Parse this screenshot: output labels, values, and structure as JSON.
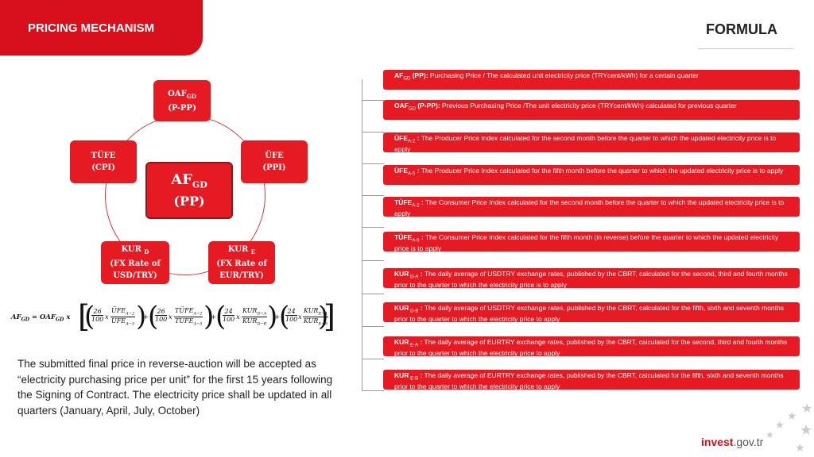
{
  "header": {
    "title": "PRICING MECHANISM",
    "formula_label": "FORMULA"
  },
  "diagram": {
    "oaf": {
      "line1": "OAF",
      "sub": "GD",
      "line2": "(P-PP)"
    },
    "ufe": {
      "line1": "ÜFE",
      "line2": "(PPI)"
    },
    "tufe": {
      "line1": "TÜFE",
      "line2": "(CPI)"
    },
    "kur_d": {
      "line1": "KUR",
      "sub": "D",
      "line2": "(FX Rate of",
      "line3": "USD/TRY)"
    },
    "kur_e": {
      "line1": "KUR",
      "sub": "E",
      "line2": "(FX Rate of",
      "line3": "EUR/TRY)"
    },
    "center": {
      "line1": "AF",
      "sub": "GD",
      "line2": "(PP)"
    }
  },
  "equation": {
    "lhs": "AF",
    "lhs_sub": "GD",
    "eq": " = OAF",
    "eq_sub": "GD",
    "x": " x",
    "t1": {
      "num": "26",
      "den": "100",
      "x": "x",
      "fnum": "ÜFE",
      "fnum_sub": "A−2",
      "fden": "ÜFE",
      "fden_sub": "A−5"
    },
    "t2": {
      "num": "26",
      "den": "100",
      "x": "x",
      "fnum": "TÜFE",
      "fnum_sub": "A−2",
      "fden": "TÜFE",
      "fden_sub": "A−5"
    },
    "t3": {
      "num": "24",
      "den": "100",
      "x": "x",
      "fnum": "KUR",
      "fnum_sub": "D−A",
      "fden": "KUR",
      "fden_sub": "D−B"
    },
    "t4": {
      "num": "24",
      "den": "100",
      "x": "x",
      "fnum": "KUR",
      "fnum_sub": "E−A",
      "fden": "KUR",
      "fden_sub": "E−B"
    },
    "plus": "+"
  },
  "paragraph": "The submitted final price in reverse-auction will be accepted as “electricity purchasing price per unit” for the first 15 years following the Signing of Contract. The electricity price shall be updated in all quarters (January, April, July, October)",
  "definitions": [
    {
      "term": "AF",
      "sub": "GD",
      "suffix": " (PP):",
      "text": " Purchasing Price / The calculated unit electricity price (TRYcent/kWh)  for a certain quarter"
    },
    {
      "term": "OAF",
      "sub": "GD",
      "suffix": " (P-PP):",
      "text": " Previous Purchasing Price /The unit electricity price (TRYcent/kWh) calculated for previous quarter"
    },
    {
      "term": "ÜFE",
      "sub": "A-2",
      "suffix": " :",
      "text": " The Producer Price Index calculated for the second month before the quarter to which the updated electricity price is to apply"
    },
    {
      "term": "ÜFE",
      "sub": "A-5",
      "suffix": " :",
      "text": " The Producer Price Index calculated for the fifth month before the quarter to which the updated electricity price is to apply"
    },
    {
      "term": "TÜFE",
      "sub": "A-2",
      "suffix": " :",
      "text": " The Consumer Price Index calculated for the second month before the quarter to which the updated electricity price is to apply"
    },
    {
      "term": "TÜFE",
      "sub": "A-5",
      "suffix": " :",
      "text": " The Consumer Price Index calculated for the fifth month (in reverse) before the quarter to which the updated electricity price is to apply"
    },
    {
      "term": "KUR",
      "sub": " D-A",
      "suffix": " :",
      "text": " The daily average of USDTRY exchange rates, published by the CBRT, calculated for the second, third and fourth months prior to the quarter to which the electricity price is to apply"
    },
    {
      "term": "KUR",
      "sub": " D-B",
      "suffix": " :",
      "text": " The daily average of USDTRY exchange rates, published by the CBRT, calculated for the fifth, sixth and seventh months prior to the quarter to which the electricity price to apply"
    },
    {
      "term": "KUR",
      "sub": " E-A",
      "suffix": " :",
      "text": " The daily average of EURTRY exchange rates, published by the CBRT, calculated for the second, third and fourth months prior to the quarter to which the electricity price to apply"
    },
    {
      "term": "KUR",
      "sub": " E-B",
      "suffix": " :",
      "text": " The daily average of EURTRY exchange rates, published by the CBRT, calculated for the fifth, sixth and seventh months prior to the quarter to which the electricity price to apply"
    }
  ],
  "brand": {
    "part1": "invest",
    "part2": ".gov.tr"
  }
}
